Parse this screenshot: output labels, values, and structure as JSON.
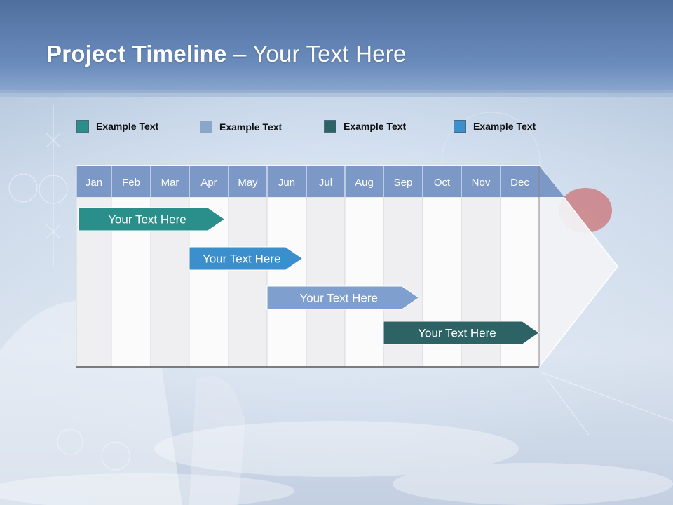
{
  "slide": {
    "title_bold": "Project Timeline",
    "title_rest": " – Your Text Here"
  },
  "legend": [
    {
      "label": "Example Text",
      "color": "#2a8f8a"
    },
    {
      "label": "Example Text",
      "color": "#8aa6c8"
    },
    {
      "label": "Example Text",
      "color": "#2e6366"
    },
    {
      "label": "Example Text",
      "color": "#3c8fcd"
    }
  ],
  "timeline": {
    "months": [
      "Jan",
      "Feb",
      "Mar",
      "Apr",
      "May",
      "Jun",
      "Jul",
      "Aug",
      "Sep",
      "Oct",
      "Nov",
      "Dec"
    ],
    "header_color": "#7b98c6",
    "tasks": [
      {
        "label": "Your  Text Here",
        "start": 0.05,
        "end": 3.9,
        "color": "#2a8f8a"
      },
      {
        "label": "Your  Text Here",
        "start": 3.0,
        "end": 5.9,
        "color": "#3c8fcd"
      },
      {
        "label": "Your  Text Here",
        "start": 5.0,
        "end": 8.9,
        "color": "#7f9fcf"
      },
      {
        "label": "Your  Text Here",
        "start": 8.0,
        "end": 12.0,
        "color": "#2e6366"
      }
    ]
  }
}
